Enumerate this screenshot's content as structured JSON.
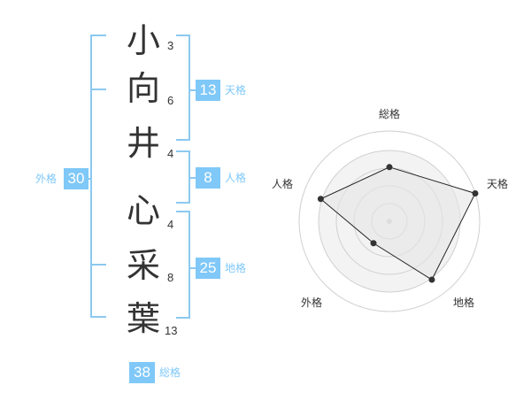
{
  "name": {
    "characters": [
      {
        "char": "小",
        "strokes": "3"
      },
      {
        "char": "向",
        "strokes": "6"
      },
      {
        "char": "井",
        "strokes": "4"
      },
      {
        "char": "心",
        "strokes": "4"
      },
      {
        "char": "采",
        "strokes": "8"
      },
      {
        "char": "葉",
        "strokes": "13"
      }
    ]
  },
  "fortunes": {
    "tenkaku": {
      "value": "13",
      "label": "天格"
    },
    "jinkaku": {
      "value": "8",
      "label": "人格"
    },
    "chikaku": {
      "value": "25",
      "label": "地格"
    },
    "gaikaku": {
      "value": "30",
      "label": "外格"
    },
    "soukaku": {
      "value": "38",
      "label": "総格"
    }
  },
  "colors": {
    "accent": "#7fc8f8",
    "bracket": "#8cc9f0",
    "text": "#333333"
  },
  "chart_data": {
    "type": "radar",
    "axes": [
      "総格",
      "天格",
      "地格",
      "外格",
      "人格"
    ],
    "values": [
      3,
      5,
      4,
      1.5,
      4
    ],
    "max": 5,
    "rings": 4
  }
}
